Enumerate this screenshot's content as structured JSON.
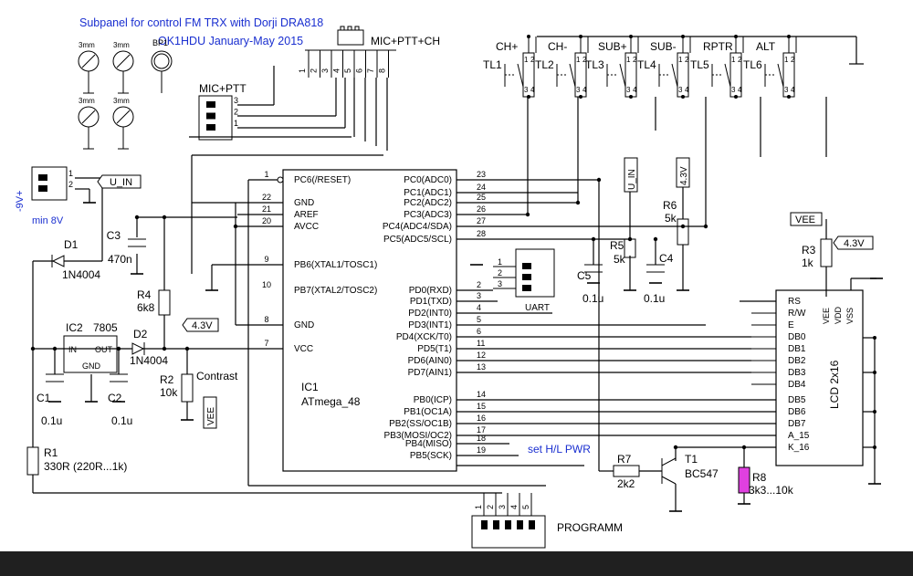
{
  "header": {
    "title": "Subpanel for control FM TRX with Dorji DRA818",
    "author_date": "OK1HDU January-May 2015"
  },
  "colors": {
    "title": "#1a2fd0",
    "wire": "#000000",
    "highlight": "#1a2fd0",
    "r8_fill": "#e040e0",
    "background": "#ffffff"
  },
  "mounting": {
    "hole_label": "3mm",
    "bp1": "BP1"
  },
  "connectors": {
    "mic_ptt_ch": {
      "label": "MIC+PTT+CH",
      "pins": [
        "1",
        "2",
        "3",
        "4",
        "5",
        "6",
        "7",
        "8"
      ]
    },
    "mic_ptt": {
      "label": "MIC+PTT",
      "pins": [
        "3",
        "2",
        "1"
      ]
    },
    "power": {
      "label": "-9V+",
      "pins": [
        "1",
        "2"
      ],
      "note": "min 8V"
    },
    "uart": {
      "label": "UART",
      "pins": [
        "1",
        "2",
        "3"
      ]
    },
    "programm": {
      "label": "PROGRAMM",
      "pins": [
        "1",
        "2",
        "3",
        "4",
        "5"
      ]
    }
  },
  "switches": [
    {
      "name": "CH+",
      "ref": "TL1"
    },
    {
      "name": "CH-",
      "ref": "TL2"
    },
    {
      "name": "SUB+",
      "ref": "TL3"
    },
    {
      "name": "SUB-",
      "ref": "TL4"
    },
    {
      "name": "RPTR",
      "ref": "TL5"
    },
    {
      "name": "ALT",
      "ref": "TL6"
    }
  ],
  "switch_pins": [
    "1",
    "2",
    "3",
    "4"
  ],
  "flags": {
    "u_in": "U_IN",
    "v43": "4.3V",
    "vee": "VEE"
  },
  "components": {
    "d1": {
      "ref": "D1",
      "value": "1N4004"
    },
    "d2": {
      "ref": "D2",
      "value": "1N4004"
    },
    "c1": {
      "ref": "C1",
      "value": "0.1u"
    },
    "c2": {
      "ref": "C2",
      "value": "0.1u"
    },
    "c3": {
      "ref": "C3",
      "value": "470n"
    },
    "c4": {
      "ref": "C4",
      "value": "0.1u"
    },
    "c5": {
      "ref": "C5",
      "value": "0.1u"
    },
    "ic2": {
      "ref": "IC2",
      "value": "7805",
      "pin_in": "IN",
      "pin_out": "OUT",
      "pin_gnd": "GND"
    },
    "r1": {
      "ref": "R1",
      "value": "330R (220R...1k)"
    },
    "r2": {
      "ref": "R2",
      "value": "10k",
      "label": "Contrast"
    },
    "r3": {
      "ref": "R3",
      "value": "1k"
    },
    "r4": {
      "ref": "R4",
      "value": "6k8"
    },
    "r5": {
      "ref": "R5",
      "value": "5k"
    },
    "r6": {
      "ref": "R6",
      "value": "5k"
    },
    "r7": {
      "ref": "R7",
      "value": "2k2"
    },
    "r8": {
      "ref": "R8",
      "value": "3k3...10k"
    },
    "t1": {
      "ref": "T1",
      "value": "BC547"
    }
  },
  "ic1": {
    "ref": "IC1",
    "value": "ATmega_48",
    "left_pins": [
      {
        "num": "1",
        "name": "PC6(/RESET)"
      },
      {
        "num": "22",
        "name": "GND"
      },
      {
        "num": "21",
        "name": "AREF"
      },
      {
        "num": "20",
        "name": "AVCC"
      },
      {
        "num": "9",
        "name": "PB6(XTAL1/TOSC1)"
      },
      {
        "num": "10",
        "name": "PB7(XTAL2/TOSC2)"
      },
      {
        "num": "8",
        "name": "GND"
      },
      {
        "num": "7",
        "name": "VCC"
      }
    ],
    "right_pins": [
      {
        "num": "23",
        "name": "PC0(ADC0)"
      },
      {
        "num": "24",
        "name": "PC1(ADC1)"
      },
      {
        "num": "25",
        "name": "PC2(ADC2)"
      },
      {
        "num": "26",
        "name": "PC3(ADC3)"
      },
      {
        "num": "27",
        "name": "PC4(ADC4/SDA)"
      },
      {
        "num": "28",
        "name": "PC5(ADC5/SCL)"
      },
      {
        "num": "2",
        "name": "PD0(RXD)"
      },
      {
        "num": "3",
        "name": "PD1(TXD)"
      },
      {
        "num": "4",
        "name": "PD2(INT0)"
      },
      {
        "num": "5",
        "name": "PD3(INT1)"
      },
      {
        "num": "6",
        "name": "PD4(XCK/T0)"
      },
      {
        "num": "11",
        "name": "PD5(T1)"
      },
      {
        "num": "12",
        "name": "PD6(AIN0)"
      },
      {
        "num": "13",
        "name": "PD7(AIN1)"
      },
      {
        "num": "14",
        "name": "PB0(ICP)"
      },
      {
        "num": "15",
        "name": "PB1(OC1A)"
      },
      {
        "num": "16",
        "name": "PB2(SS/OC1B)"
      },
      {
        "num": "17",
        "name": "PB3(MOSI/OC2)"
      },
      {
        "num": "18",
        "name": "PB4(MISO)"
      },
      {
        "num": "19",
        "name": "PB5(SCK)"
      }
    ]
  },
  "lcd": {
    "title": "LCD  2x16",
    "left_pins": [
      "RS",
      "R/W",
      "E",
      "DB0",
      "DB1",
      "DB2",
      "DB3",
      "DB4",
      "DB5",
      "DB6",
      "DB7",
      "A_15",
      "K_16"
    ],
    "top_pins": [
      "VEE",
      "VDD",
      "VSS"
    ]
  },
  "pwr_note": "set H/L PWR"
}
